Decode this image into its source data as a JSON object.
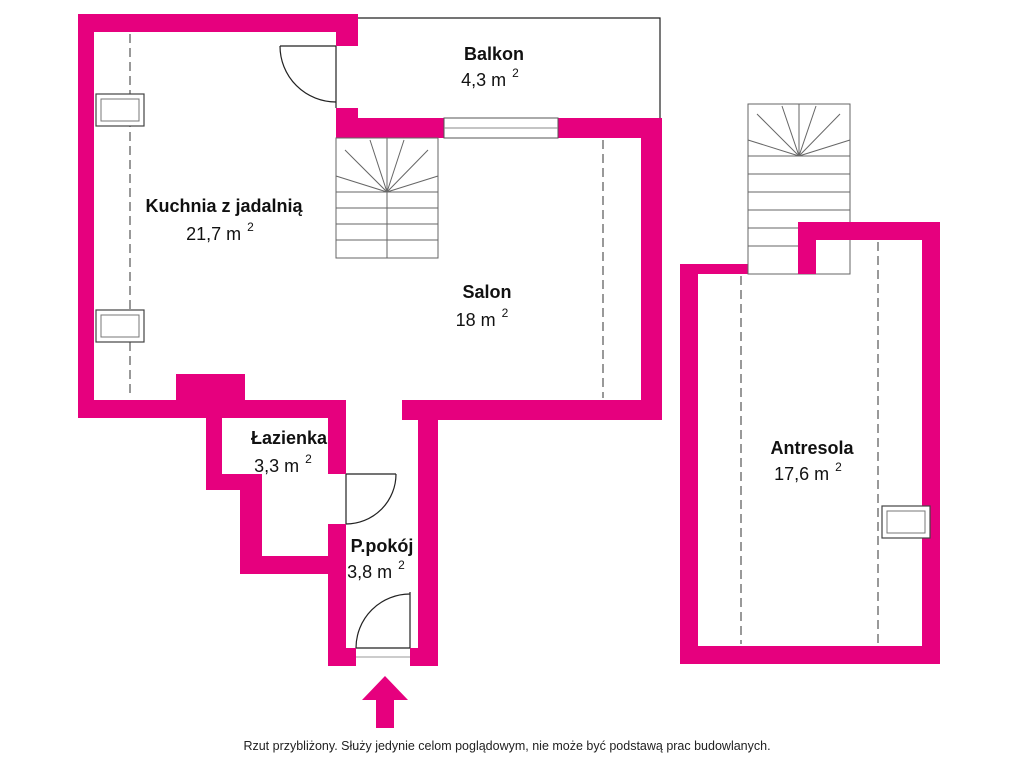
{
  "colors": {
    "wall": "#e6007e",
    "background": "#ffffff",
    "text": "#111111"
  },
  "rooms": {
    "balkon": {
      "name": "Balkon",
      "area": "4,3 m",
      "exp": "2"
    },
    "kuchnia": {
      "name": "Kuchnia z jadalnią",
      "area": "21,7 m",
      "exp": "2"
    },
    "salon": {
      "name": "Salon",
      "area": "18 m",
      "exp": "2"
    },
    "lazienka": {
      "name": "Łazienka",
      "area": "3,3 m",
      "exp": "2"
    },
    "przedpokoj": {
      "name": "P.pokój",
      "area": "3,8 m",
      "exp": "2"
    },
    "antresola": {
      "name": "Antresola",
      "area": "17,6 m",
      "exp": "2"
    }
  },
  "icons": {
    "entrance": "entrance-arrow-icon",
    "stairs": "staircase-icon",
    "skylight": "skylight-window-icon",
    "door": "door-swing-icon"
  },
  "footnote": "Rzut przybliżony. Służy jedynie celom poglądowym, nie może być podstawą prac budowlanych."
}
